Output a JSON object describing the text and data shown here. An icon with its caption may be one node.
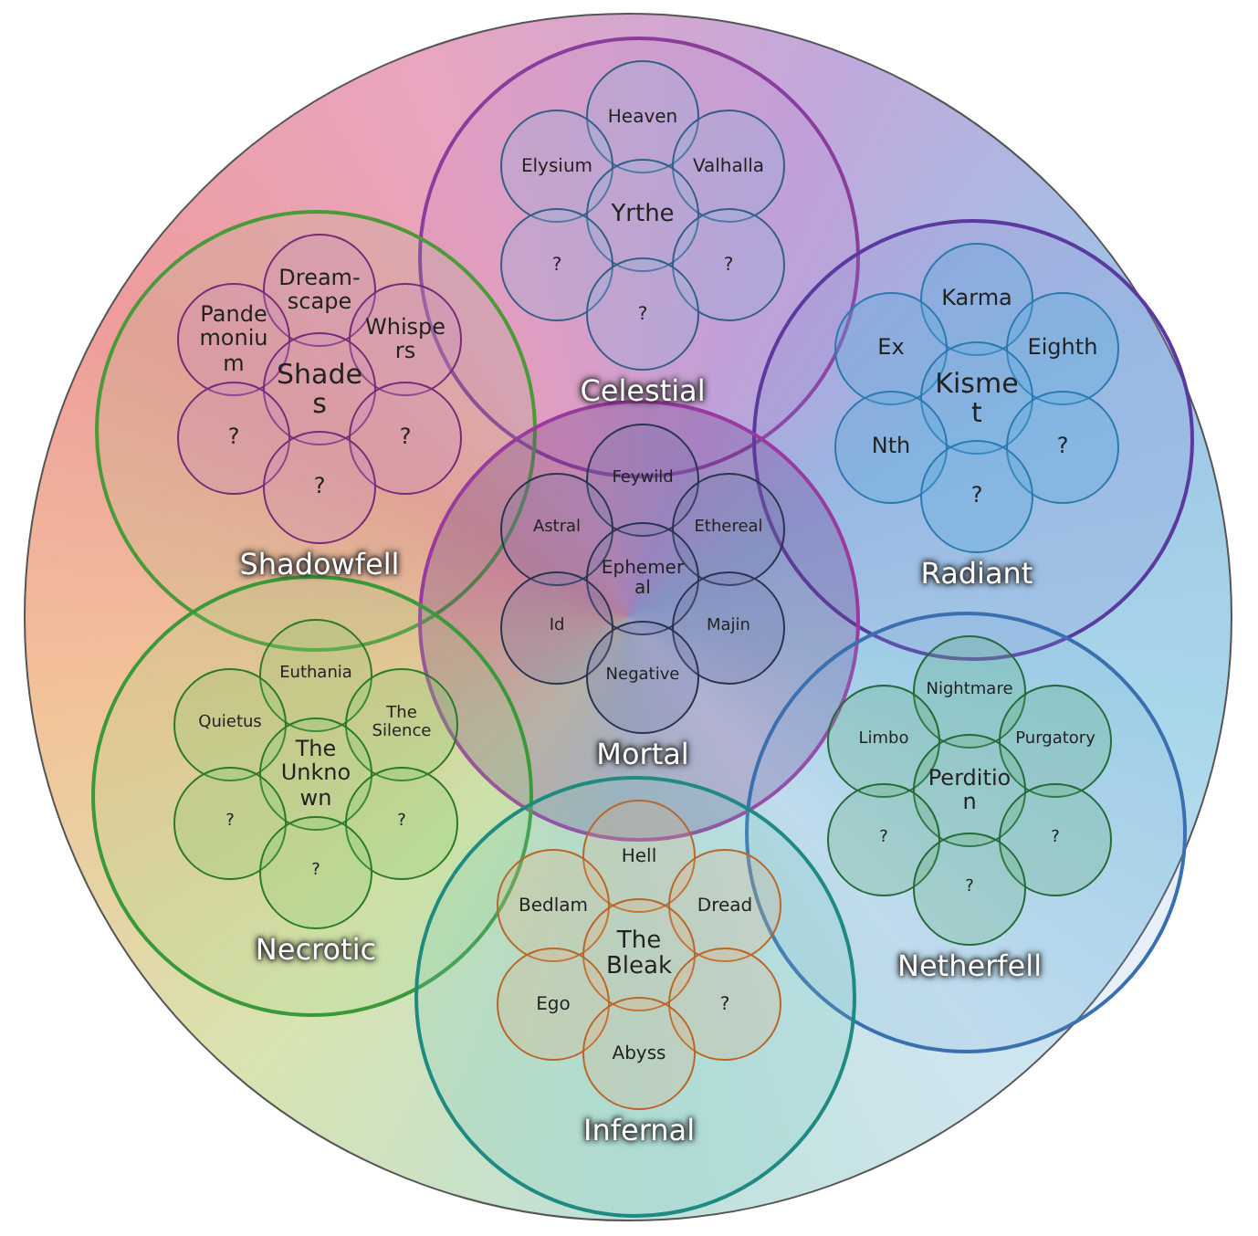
{
  "diagram": {
    "nodes": [
      {
        "text": [],
        "shape": "circle"
      },
      {
        "text": [
          "Celestial"
        ],
        "in": 0
      },
      {
        "text": [
          "Heaven"
        ],
        "in": 1
      },
      {
        "text": [
          "Elysium"
        ],
        "in": 1
      },
      {
        "text": [
          "Valhalla"
        ],
        "in": 1
      },
      {
        "text": [
          "Yrthe"
        ],
        "in": 1
      },
      {
        "text": [
          "?"
        ],
        "in": 1
      },
      {
        "text": [
          "?"
        ],
        "in": 1
      },
      {
        "text": [
          "?"
        ],
        "in": 1
      },
      {
        "text": [
          "Shadowfell"
        ],
        "in": 0
      },
      {
        "text": [
          "Dream-scape"
        ],
        "in": 9
      },
      {
        "text": [
          "Pandemonium"
        ],
        "in": 9
      },
      {
        "text": [
          "Whispers"
        ],
        "in": 9
      },
      {
        "text": [
          "Shades"
        ],
        "in": 9
      },
      {
        "text": [
          "?"
        ],
        "in": 9
      },
      {
        "text": [
          "?"
        ],
        "in": 9
      },
      {
        "text": [
          "?"
        ],
        "in": 9
      },
      {
        "text": [
          "Radiant"
        ],
        "in": 0
      },
      {
        "text": [
          "Karma"
        ],
        "in": 17
      },
      {
        "text": [
          "Ex"
        ],
        "in": 17
      },
      {
        "text": [
          "Eighth"
        ],
        "in": 17
      },
      {
        "text": [
          "Kismet"
        ],
        "in": 17
      },
      {
        "text": [
          "Nth"
        ],
        "in": 17
      },
      {
        "text": [
          "?"
        ],
        "in": 17
      },
      {
        "text": [
          "?"
        ],
        "in": 17
      },
      {
        "text": [
          "Mortal"
        ],
        "in": 0
      },
      {
        "text": [
          "Feywild"
        ],
        "in": 25
      },
      {
        "text": [
          "Astral"
        ],
        "in": 25
      },
      {
        "text": [
          "Ethereal"
        ],
        "in": 25
      },
      {
        "text": [
          "Ephemeral"
        ],
        "in": 25
      },
      {
        "text": [
          "Id"
        ],
        "in": 25
      },
      {
        "text": [
          "Majin"
        ],
        "in": 25
      },
      {
        "text": [
          "Negative"
        ],
        "in": 25
      },
      {
        "text": [
          "Necrotic"
        ],
        "in": 0
      },
      {
        "text": [
          "Euthania"
        ],
        "in": 33
      },
      {
        "text": [
          "Quietus"
        ],
        "in": 33
      },
      {
        "text": [
          "The Silence"
        ],
        "in": 33
      },
      {
        "text": [
          "The Unknown"
        ],
        "in": 33
      },
      {
        "text": [
          "?"
        ],
        "in": 33
      },
      {
        "text": [
          "?"
        ],
        "in": 33
      },
      {
        "text": [
          "?"
        ],
        "in": 33
      },
      {
        "text": [
          "Netherfell"
        ],
        "in": 0
      },
      {
        "text": [
          "Nightmare"
        ],
        "in": 41
      },
      {
        "text": [
          "Limbo"
        ],
        "in": 41
      },
      {
        "text": [
          "Purgatory"
        ],
        "in": 41
      },
      {
        "text": [
          "Perdition"
        ],
        "in": 41
      },
      {
        "text": [
          "?"
        ],
        "in": 41
      },
      {
        "text": [
          "?"
        ],
        "in": 41
      },
      {
        "text": [
          "?"
        ],
        "in": 41
      },
      {
        "text": [
          "Infernal"
        ],
        "in": 0
      },
      {
        "text": [
          "Hell"
        ],
        "in": 49
      },
      {
        "text": [
          "Bedlam"
        ],
        "in": 49
      },
      {
        "text": [
          "Dread"
        ],
        "in": 49
      },
      {
        "text": [
          "The Bleak"
        ],
        "in": 49
      },
      {
        "text": [
          "Ego"
        ],
        "in": 49
      },
      {
        "text": [
          "?"
        ],
        "in": 49
      },
      {
        "text": [
          "Abyss"
        ],
        "in": 49
      }
    ]
  }
}
